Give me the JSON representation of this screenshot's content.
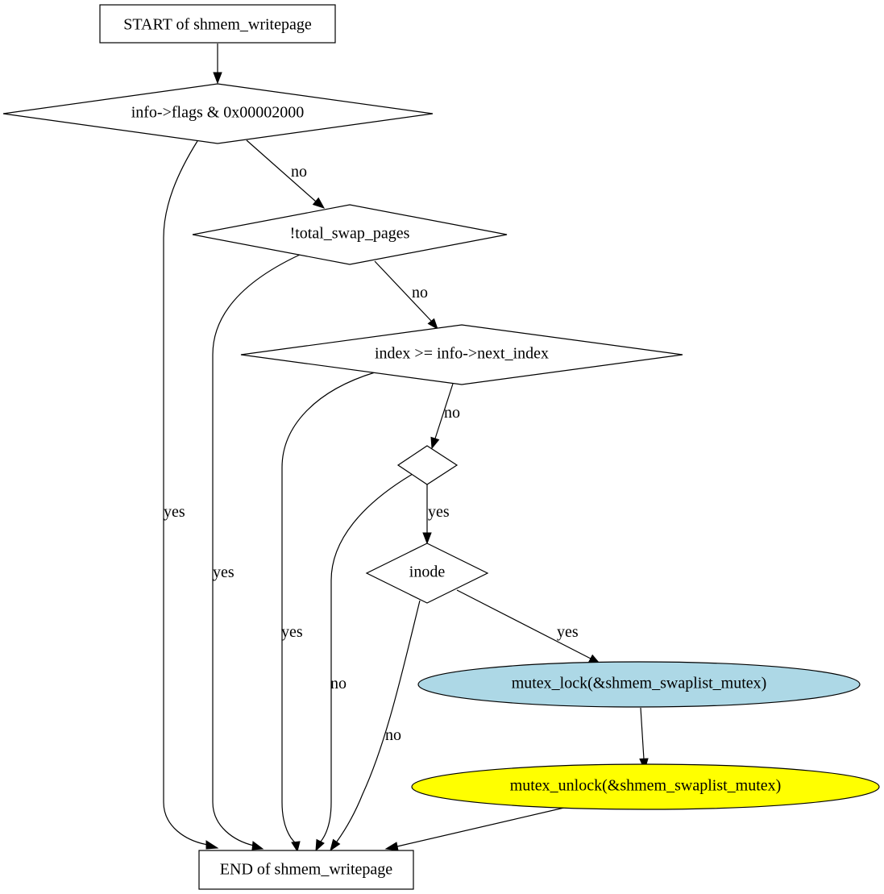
{
  "nodes": {
    "start": {
      "label": "START of shmem_writepage",
      "shape": "box"
    },
    "cond_flags": {
      "label": "info->flags & 0x00002000",
      "shape": "diamond"
    },
    "cond_swap": {
      "label": "!total_swap_pages",
      "shape": "diamond"
    },
    "cond_index": {
      "label": "index >= info->next_index",
      "shape": "diamond"
    },
    "cond_empty": {
      "label": "",
      "shape": "diamond"
    },
    "cond_inode": {
      "label": "inode",
      "shape": "diamond"
    },
    "lock": {
      "label": "mutex_lock(&shmem_swaplist_mutex)",
      "shape": "ellipse",
      "fill": "#add8e6"
    },
    "unlock": {
      "label": "mutex_unlock(&shmem_swaplist_mutex)",
      "shape": "ellipse",
      "fill": "#ffff00"
    },
    "end": {
      "label": "END of shmem_writepage",
      "shape": "box"
    }
  },
  "edges": [
    {
      "id": "start-flags",
      "from": "start",
      "to": "cond_flags",
      "label": ""
    },
    {
      "id": "flags-swap",
      "from": "cond_flags",
      "to": "cond_swap",
      "label": "no"
    },
    {
      "id": "flags-end",
      "from": "cond_flags",
      "to": "end",
      "label": "yes"
    },
    {
      "id": "swap-index",
      "from": "cond_swap",
      "to": "cond_index",
      "label": "no"
    },
    {
      "id": "swap-end",
      "from": "cond_swap",
      "to": "end",
      "label": "yes"
    },
    {
      "id": "index-empty",
      "from": "cond_index",
      "to": "cond_empty",
      "label": "no"
    },
    {
      "id": "index-end",
      "from": "cond_index",
      "to": "end",
      "label": "yes"
    },
    {
      "id": "empty-inode",
      "from": "cond_empty",
      "to": "cond_inode",
      "label": "yes"
    },
    {
      "id": "empty-end",
      "from": "cond_empty",
      "to": "end",
      "label": "no"
    },
    {
      "id": "inode-lock",
      "from": "cond_inode",
      "to": "lock",
      "label": "yes"
    },
    {
      "id": "inode-end",
      "from": "cond_inode",
      "to": "end",
      "label": "no"
    },
    {
      "id": "lock-unlock",
      "from": "lock",
      "to": "unlock",
      "label": ""
    },
    {
      "id": "unlock-end",
      "from": "unlock",
      "to": "end",
      "label": ""
    }
  ]
}
